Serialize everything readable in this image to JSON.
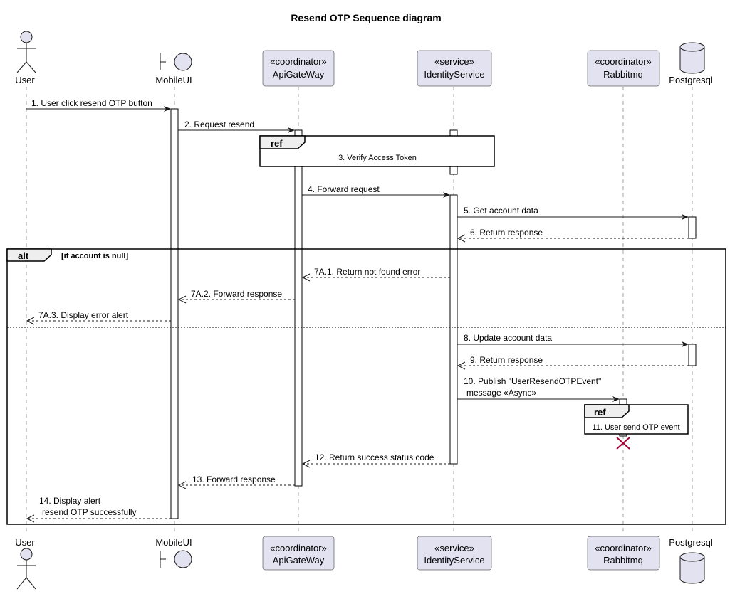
{
  "title": "Resend OTP Sequence diagram",
  "participants": {
    "user": {
      "name": "User"
    },
    "mobileui": {
      "name": "MobileUI"
    },
    "apigateway": {
      "stereotype": "«coordinator»",
      "name": "ApiGateWay"
    },
    "identityservice": {
      "stereotype": "«service»",
      "name": "IdentityService"
    },
    "rabbitmq": {
      "stereotype": "«coordinator»",
      "name": "Rabbitmq"
    },
    "postgresql": {
      "name": "Postgresql"
    }
  },
  "messages": {
    "m1": "1. User click resend OTP button",
    "m2": "2. Request resend",
    "m4": "4. Forward request",
    "m5": "5. Get account data",
    "m6": "6. Return response",
    "m7a1": "7A.1. Return not found error",
    "m7a2": "7A.2. Forward response",
    "m7a3": "7A.3. Display error alert",
    "m8": "8. Update account data",
    "m9": "9. Return response",
    "m10_line1": "10. Publish \"UserResendOTPEvent\"",
    "m10_line2": "message «Async»",
    "m12": "12. Return success status code",
    "m13": "13. Forward response",
    "m14_line1": "14. Display alert",
    "m14_line2": "resend OTP successfully"
  },
  "refs": {
    "ref1": {
      "label": "ref",
      "text": "3. Verify Access Token"
    },
    "ref2": {
      "label": "ref",
      "text": "11. User send OTP event"
    }
  },
  "alt": {
    "label": "alt",
    "condition": "[if account is null]"
  },
  "colors": {
    "participant_fill": "#e2e2f0",
    "participant_stroke": "#181818",
    "destroy": "#a80036",
    "lifeline": "#a0a0a0"
  }
}
